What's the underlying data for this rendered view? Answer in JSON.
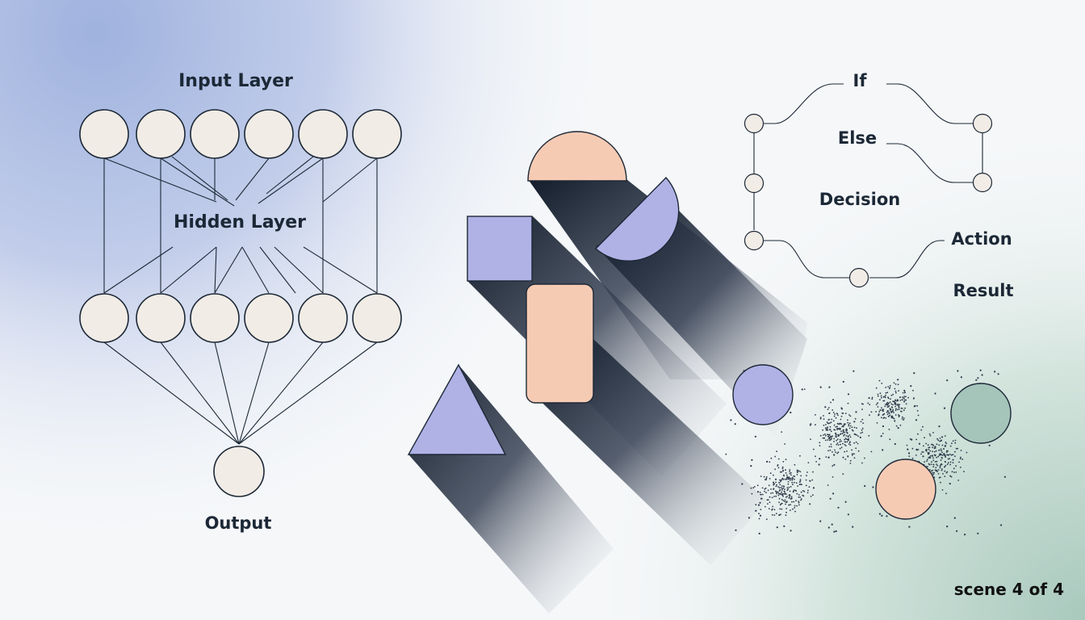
{
  "network": {
    "input_label": "Input Layer",
    "hidden_label": "Hidden Layer",
    "output_label": "Output"
  },
  "flow": {
    "if_label": "If",
    "else_label": "Else",
    "decision_label": "Decision",
    "action_label": "Action",
    "result_label": "Result"
  },
  "footer": {
    "scene": "scene 4 of 4"
  },
  "colors": {
    "node_fill": "#f1ece6",
    "ink": "#1c2836",
    "lavender": "#b0b2e6",
    "peach": "#f6cbb4",
    "sage": "#a5c4ba",
    "top_left_tint": "#9fb2de",
    "bottom_right_tint": "#a9c9bd"
  }
}
